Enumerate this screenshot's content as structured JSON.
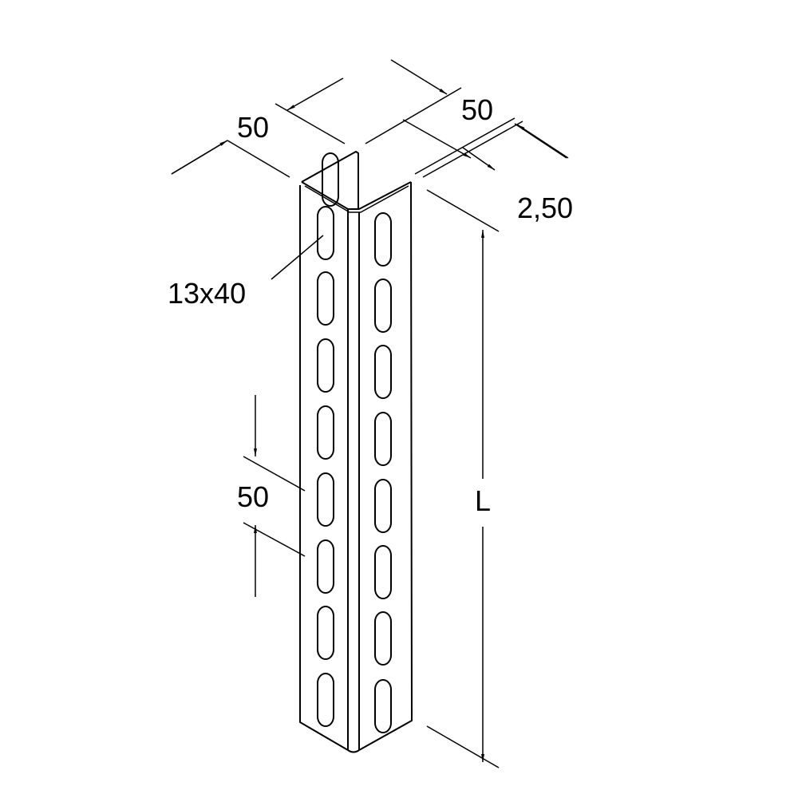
{
  "dimensions": {
    "flange_left": "50",
    "flange_right": "50",
    "thickness": "2,50",
    "slot_size": "13x40",
    "slot_pitch": "50",
    "length": "L"
  },
  "colors": {
    "line": "#000000",
    "background": "#ffffff"
  }
}
